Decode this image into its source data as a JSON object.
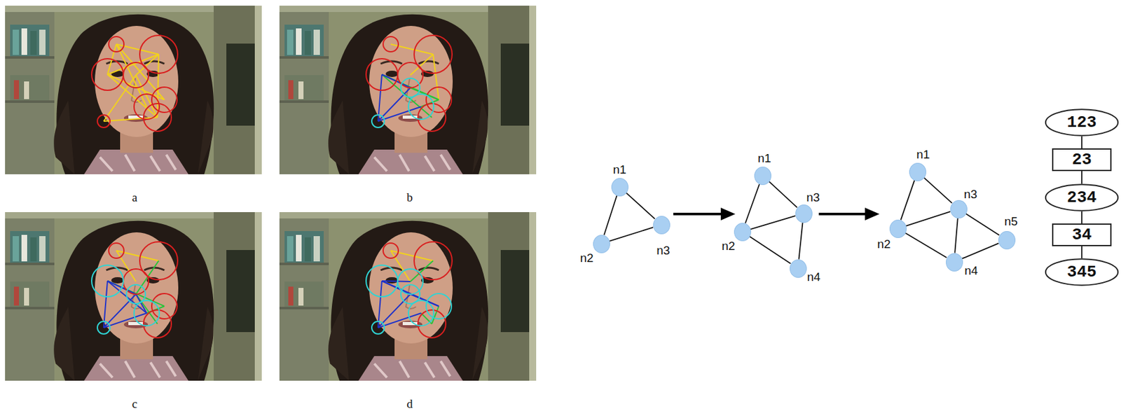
{
  "diagram": {
    "nodes": [
      {
        "text": [
          "n1"
        ]
      },
      {
        "text": [
          "n2"
        ]
      },
      {
        "text": [
          "n3"
        ]
      },
      {
        "text": [
          "n1"
        ]
      },
      {
        "text": [
          "n3"
        ]
      },
      {
        "text": [
          "n2"
        ]
      },
      {
        "text": [
          "n4"
        ]
      },
      {
        "text": [
          "n1"
        ]
      },
      {
        "text": [
          "n3"
        ]
      },
      {
        "text": [
          "n5"
        ]
      },
      {
        "text": [
          "n2"
        ]
      },
      {
        "text": [
          "n4"
        ]
      },
      {
        "text": [
          "123"
        ]
      },
      {
        "text": [
          "23"
        ]
      },
      {
        "text": [
          "234"
        ]
      },
      {
        "text": [
          "34"
        ]
      },
      {
        "text": [
          "345"
        ]
      }
    ],
    "edges": [
      {
        "from": 0,
        "to": 1,
        "arrow": "none"
      },
      {
        "from": 0,
        "to": 2,
        "arrow": "none"
      },
      {
        "from": 1,
        "to": 2,
        "arrow": "none"
      },
      {
        "from": 3,
        "to": 5,
        "arrow": "none"
      },
      {
        "from": 3,
        "to": 4,
        "arrow": "none"
      },
      {
        "from": 5,
        "to": 4,
        "arrow": "none"
      },
      {
        "from": 5,
        "to": 6,
        "arrow": "none"
      },
      {
        "from": 4,
        "to": 6,
        "arrow": "none"
      },
      {
        "from": 7,
        "to": 10,
        "arrow": "none"
      },
      {
        "from": 7,
        "to": 8,
        "arrow": "none"
      },
      {
        "from": 10,
        "to": 8,
        "arrow": "none"
      },
      {
        "from": 10,
        "to": 11,
        "arrow": "none"
      },
      {
        "from": 8,
        "to": 11,
        "arrow": "none"
      },
      {
        "from": 8,
        "to": 9,
        "arrow": "none"
      },
      {
        "from": 11,
        "to": 9,
        "arrow": "none"
      },
      {
        "from": 12,
        "to": 13,
        "arrow": "none"
      },
      {
        "from": 13,
        "to": 14,
        "arrow": "none"
      },
      {
        "from": 14,
        "to": 15,
        "arrow": "none"
      },
      {
        "from": 15,
        "to": 16,
        "arrow": "none"
      }
    ],
    "labels": [
      "a",
      "b",
      "c",
      "d"
    ]
  }
}
